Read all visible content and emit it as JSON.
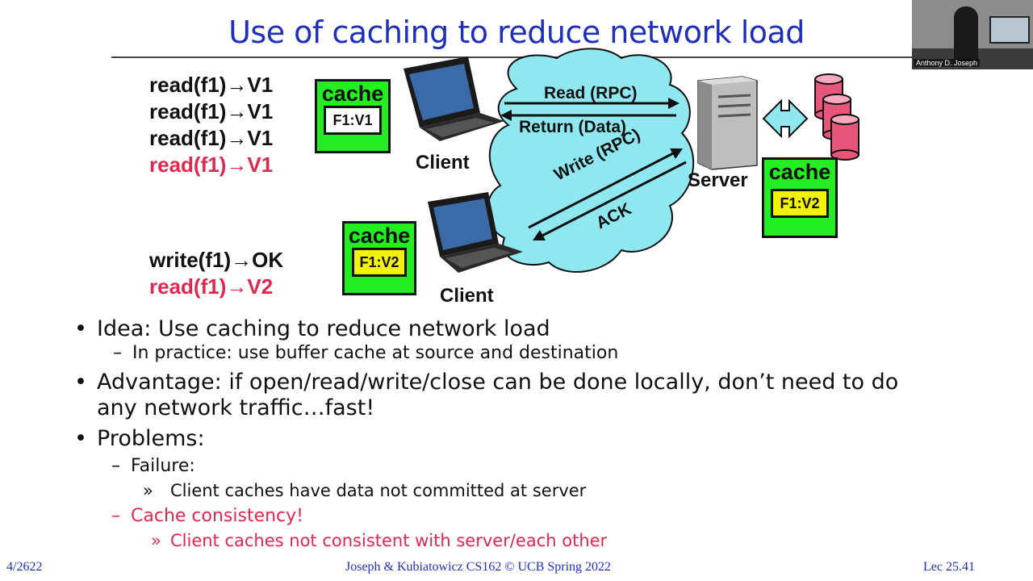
{
  "title": "Use of caching to reduce network load",
  "webcam": {
    "name": "Anthony D. Joseph"
  },
  "ops_top": [
    {
      "text": "read(f1)→V1",
      "color": "black"
    },
    {
      "text": "read(f1)→V1",
      "color": "black"
    },
    {
      "text": "read(f1)→V1",
      "color": "black"
    },
    {
      "text": "read(f1)→V1",
      "color": "red"
    }
  ],
  "ops_bottom": [
    {
      "text": "write(f1)→OK",
      "color": "black"
    },
    {
      "text": "read(f1)→V2",
      "color": "red"
    }
  ],
  "cache_top": {
    "label": "cache",
    "entry": "F1:V1"
  },
  "cache_bottom": {
    "label": "cache",
    "entry": "F1:V2"
  },
  "cache_server": {
    "label": "cache",
    "entry": "F1:V2"
  },
  "client_label_top": "Client",
  "client_label_bottom": "Client",
  "server_label": "Server",
  "network": {
    "read_rpc": "Read (RPC)",
    "return_data": "Return (Data)",
    "write_rpc": "Write (RPC)",
    "ack": "ACK"
  },
  "bullets": [
    {
      "level": 1,
      "text": "Idea: Use caching to reduce network load",
      "color": "black"
    },
    {
      "level": 2,
      "text": "In practice: use buffer cache at source and destination",
      "color": "black"
    },
    {
      "level": 1,
      "text": "Advantage: if open/read/write/close can be done locally, don’t need to do any network traffic…fast!",
      "color": "black"
    },
    {
      "level": 1,
      "text": "Problems:",
      "color": "black"
    },
    {
      "level": 2,
      "text": "Failure:",
      "color": "black"
    },
    {
      "level": 3,
      "text": "Client caches have data not committed at server",
      "color": "black"
    },
    {
      "level": 2,
      "text": "Cache consistency!",
      "color": "red"
    },
    {
      "level": 3,
      "text": "Client caches not consistent with server/each other",
      "color": "red"
    }
  ],
  "footer": {
    "date": "4/2622",
    "center": "Joseph & Kubiatowicz CS162 © UCB Spring 2022",
    "lec": "Lec 25.41"
  },
  "colors": {
    "title_blue": "#1f2fb8",
    "accent_red": "#e0284f",
    "cache_green": "#22ee22",
    "entry_yellow": "#f2f20a",
    "cloud_cyan": "#8fe8f0",
    "db_pink": "#e8557a"
  }
}
